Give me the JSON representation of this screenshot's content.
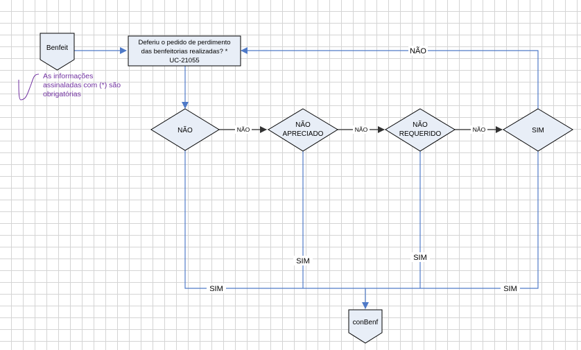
{
  "diagram": {
    "start_node": {
      "label": "Benfeit"
    },
    "process_box": {
      "line1": "Deferiu o pedido de perdimento",
      "line2": "das benfeitorias realizadas? *",
      "line3": "UC-21055"
    },
    "annotation": {
      "line1": "As informações",
      "line2": "assinaladas com (*) são",
      "line3": "obrigatórias"
    },
    "decision_nao": {
      "label": "NÃO"
    },
    "decision_nao_apreciado": {
      "line1": "NÃO",
      "line2": "APRECIADO"
    },
    "decision_nao_requerido": {
      "line1": "NÃO",
      "line2": "REQUERIDO"
    },
    "decision_sim": {
      "label": "SIM"
    },
    "edge_labels": {
      "nao_1": "NÃO",
      "nao_2": "NÃO",
      "nao_3": "NÃO",
      "nao_loop": "NÃO",
      "sim_apreciado": "SIM",
      "sim_requerido": "SIM",
      "sim_bottom_left": "SIM",
      "sim_bottom_right": "SIM"
    },
    "end_node": {
      "label": "conBenf"
    },
    "colors": {
      "shape_fill": "#e8eef7",
      "connector": "#4f7ac8",
      "annotation": "#7030a0"
    }
  }
}
